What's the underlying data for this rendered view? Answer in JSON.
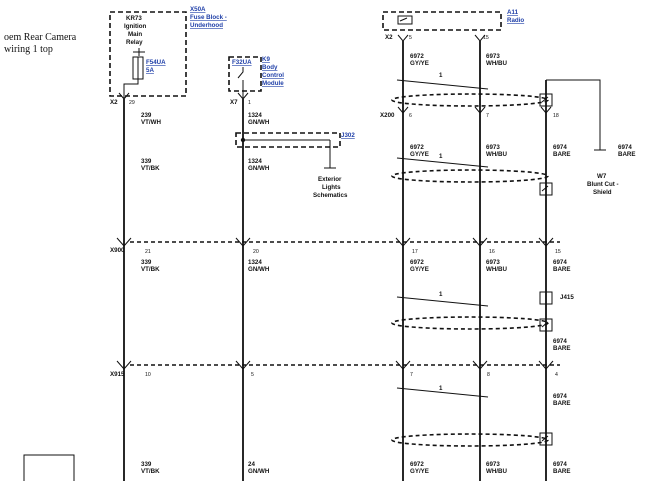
{
  "caption": {
    "line1": "oem Rear Camera",
    "line2": "wiring 1 top"
  },
  "fuse_block": {
    "relay": "KR73",
    "relay_l2": "Ignition",
    "relay_l3": "Main",
    "relay_l4": "Relay",
    "ref": "X50A",
    "title_l1": "Fuse Block -",
    "title_l2": "Underhood",
    "fuse": "F54UA",
    "fuse_rating": "5A",
    "connector": "X2",
    "pin": "29"
  },
  "bcm": {
    "fuse": "F32UA",
    "ref": "K9",
    "title_l1": "Body",
    "title_l2": "Control",
    "title_l3": "Module",
    "connector": "X7",
    "pin": "1"
  },
  "radio": {
    "ref": "A11",
    "title": "Radio",
    "connector": "X2",
    "pin_a": "5",
    "pin_b": "15"
  },
  "splice_j302": {
    "ref": "J302",
    "dest_l1": "Exterior",
    "dest_l2": "Lights",
    "dest_l3": "Schematics"
  },
  "shield": {
    "ref": "W7",
    "dest_l1": "Blunt Cut -",
    "dest_l2": "Shield"
  },
  "connectors": {
    "x200": "X200",
    "x900": "X900",
    "x915": "X915",
    "j415": "J415"
  },
  "pins": {
    "x200_a": "6",
    "x200_b": "7",
    "x200_c": "18",
    "x900_1": "21",
    "x900_2": "20",
    "x900_3": "17",
    "x900_4": "16",
    "x900_5": "15",
    "x915_1": "10",
    "x915_2": "5",
    "x915_3": "7",
    "x915_4": "8",
    "x915_5": "4"
  },
  "twist_marker": "1",
  "wires": {
    "c239": "239",
    "vtwh": "VT/WH",
    "c339": "339",
    "vtbk": "VT/BK",
    "c1324": "1324",
    "gnwh": "GN/WH",
    "c24": "24",
    "c6972": "6972",
    "gyye": "GY/YE",
    "c6973": "6973",
    "whbu": "WH/BU",
    "c6974": "6974",
    "bare": "BARE"
  }
}
